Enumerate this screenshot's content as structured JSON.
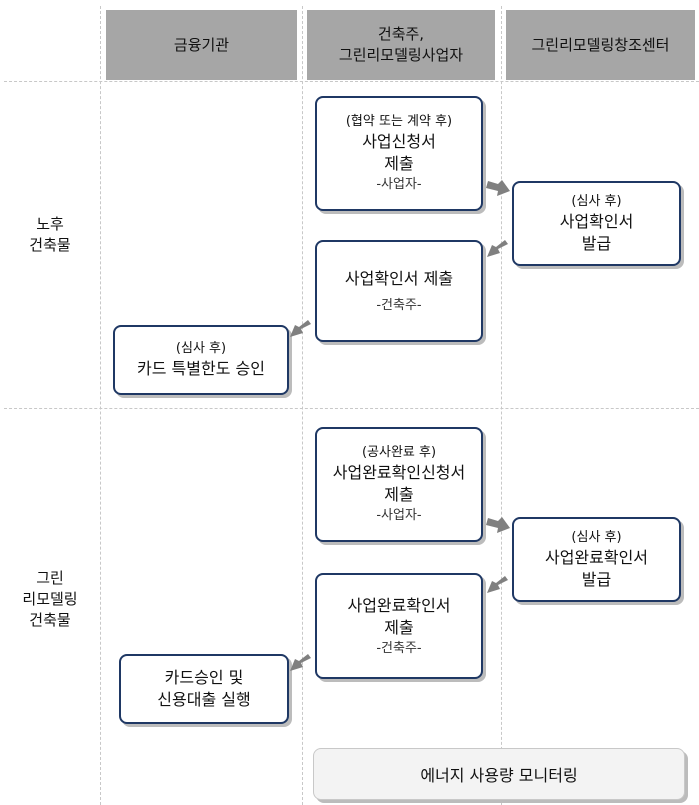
{
  "headers": {
    "col1": "금융기관",
    "col2_line1": "건축주,",
    "col2_line2": "그린리모델링사업자",
    "col3": "그린리모델링창조센터"
  },
  "rows": {
    "row1": {
      "line1": "노후",
      "line2": "건축물"
    },
    "row2": {
      "line1": "그린",
      "line2": "리모델링",
      "line3": "건축물"
    }
  },
  "boxes": {
    "apply": {
      "note": "(협약 또는 계약 후)",
      "line1": "사업신청서",
      "line2": "제출",
      "actor": "-사업자-"
    },
    "confirm_issue": {
      "note": "(심사 후)",
      "line1": "사업확인서",
      "line2": "발급"
    },
    "confirm_submit": {
      "line1": "사업확인서 제출",
      "actor": "-건축주-"
    },
    "card_approve": {
      "note": "(심사 후)",
      "line1": "카드 특별한도 승인"
    },
    "complete_apply": {
      "note": "(공사완료 후)",
      "line1": "사업완료확인신청서",
      "line2": "제출",
      "actor": "-사업자-"
    },
    "complete_issue": {
      "note": "(심사 후)",
      "line1": "사업완료확인서",
      "line2": "발급"
    },
    "complete_submit": {
      "line1": "사업완료확인서",
      "line2": "제출",
      "actor": "-건축주-"
    },
    "loan": {
      "line1": "카드승인 및",
      "line2": "신용대출 실행"
    }
  },
  "monitoring": "에너지 사용량 모니터링",
  "colors": {
    "header_bg": "#a6a6a6",
    "box_border": "#1f3864",
    "arrow": "#808080",
    "divider": "#c8c8c8"
  }
}
